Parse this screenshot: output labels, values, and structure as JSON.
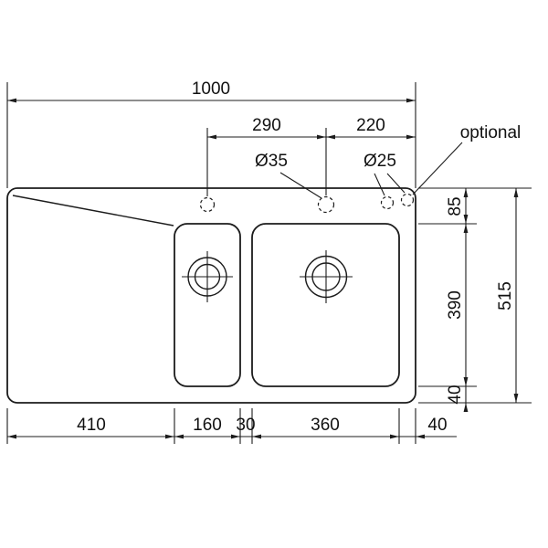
{
  "drawing": {
    "kind": "sink-top-view-dimension-drawing",
    "units": "mm"
  },
  "labels": {
    "overall_width": "1000",
    "hole_offset_left": "290",
    "hole_offset_right": "220",
    "main_hole_diameter": "Ø35",
    "accessory_hole_diameter": "Ø25",
    "optional": "optional",
    "ledge_depth": "85",
    "bowl_length": "390",
    "bowl_to_front_edge": "40",
    "overall_depth": "515",
    "drainer_width": "410",
    "small_bowl_width": "160",
    "divider_width": "30",
    "main_bowl_width": "360",
    "right_edge_offset": "40"
  },
  "colors": {
    "line": "#1c1c1c",
    "text": "#111111",
    "background": "#ffffff"
  }
}
